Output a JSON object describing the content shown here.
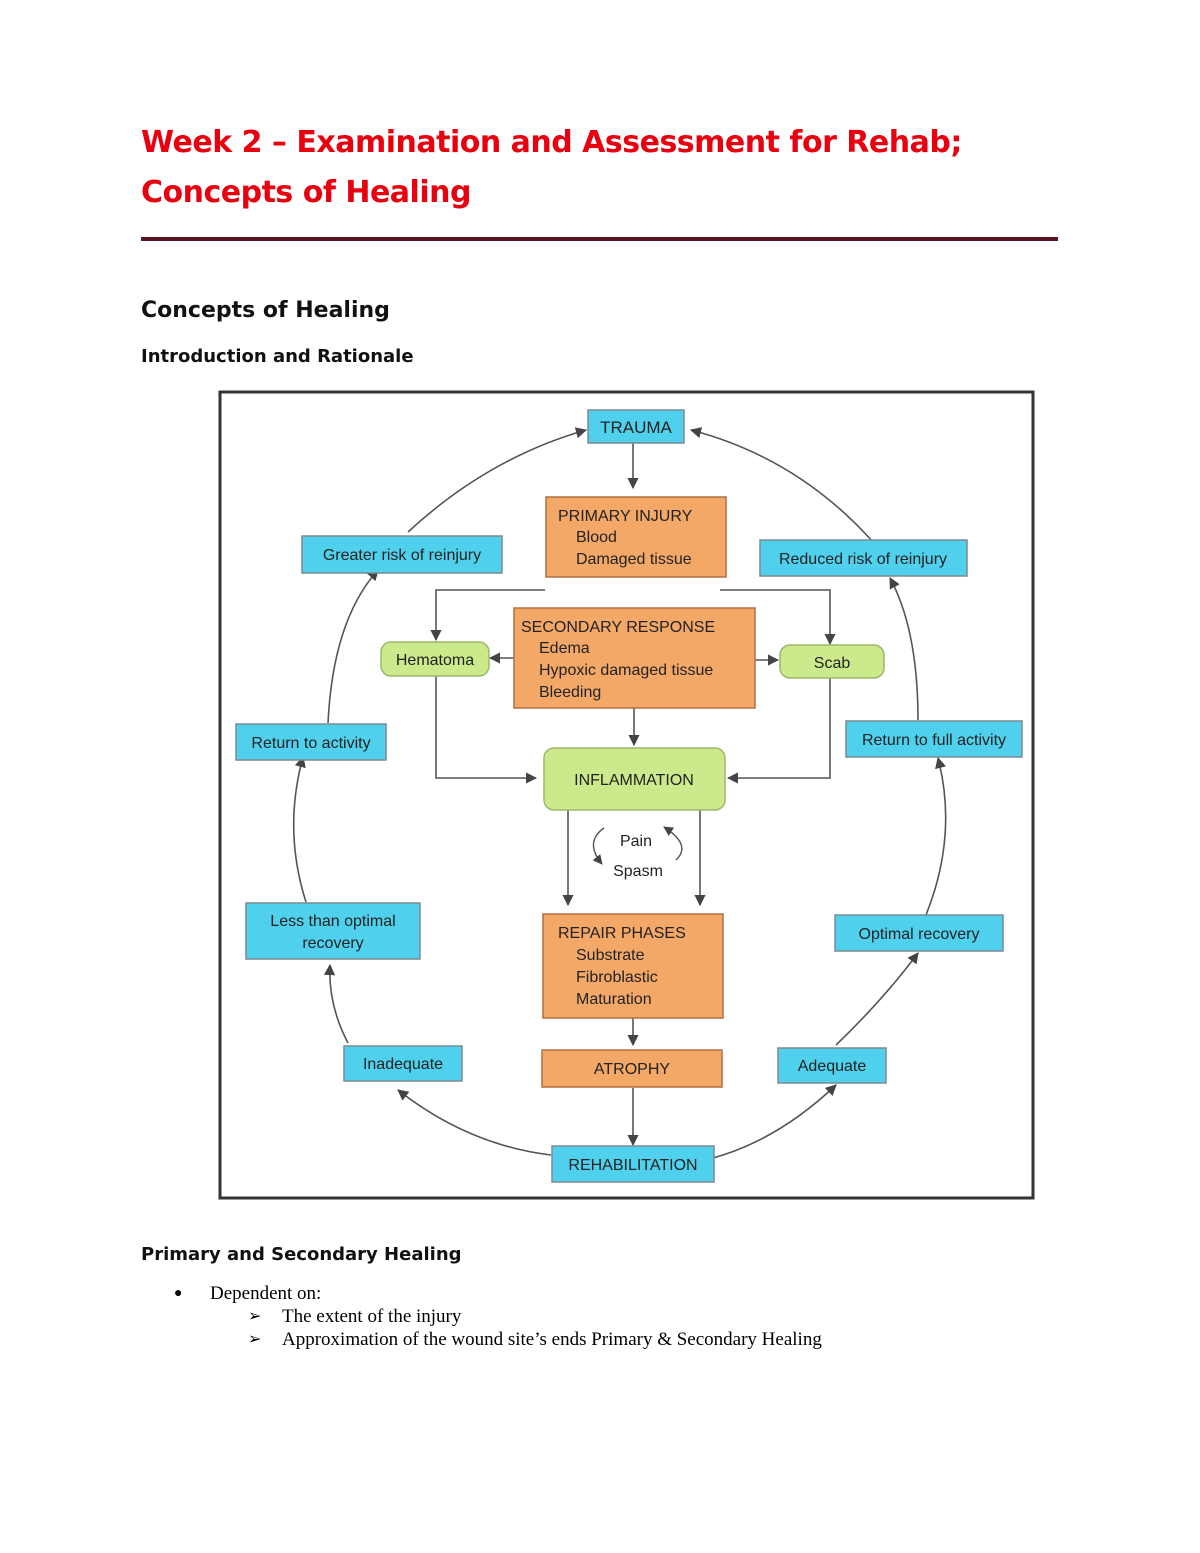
{
  "header": {
    "title_line1": "Week 2 – Examination and Assessment for Rehab;",
    "title_line2": "Concepts of Healing"
  },
  "section": {
    "heading": "Concepts of Healing",
    "subheading": "Introduction and Rationale"
  },
  "diagram": {
    "colors": {
      "blue_box": "#4fd0ec",
      "orange_box": "#f3a867",
      "green_box": "#ccea8c",
      "arrow": "#444444"
    },
    "trauma": "TRAUMA",
    "primary_injury": {
      "title": "PRIMARY INJURY",
      "items": [
        "Blood",
        "Damaged tissue"
      ]
    },
    "secondary_response": {
      "title": "SECONDARY RESPONSE",
      "items": [
        "Edema",
        "Hypoxic damaged tissue",
        "Bleeding"
      ]
    },
    "hematoma": "Hematoma",
    "scab": "Scab",
    "inflammation": "INFLAMMATION",
    "pain": "Pain",
    "spasm": "Spasm",
    "repair_phases": {
      "title": "REPAIR PHASES",
      "items": [
        "Substrate",
        "Fibroblastic",
        "Maturation"
      ]
    },
    "atrophy": "ATROPHY",
    "rehabilitation": "REHABILITATION",
    "greater_risk": "Greater risk of reinjury",
    "reduced_risk": "Reduced risk of reinjury",
    "return_activity": "Return to activity",
    "return_full": "Return to full activity",
    "less_optimal": [
      "Less than optimal",
      "recovery"
    ],
    "optimal": "Optimal recovery",
    "inadequate": "Inadequate",
    "adequate": "Adequate"
  },
  "healing": {
    "heading": "Primary and Secondary Healing",
    "bullet": "Dependent on:",
    "subitems": [
      "The extent of the injury",
      "Approximation of the wound site’s ends Primary & Secondary Healing"
    ]
  }
}
